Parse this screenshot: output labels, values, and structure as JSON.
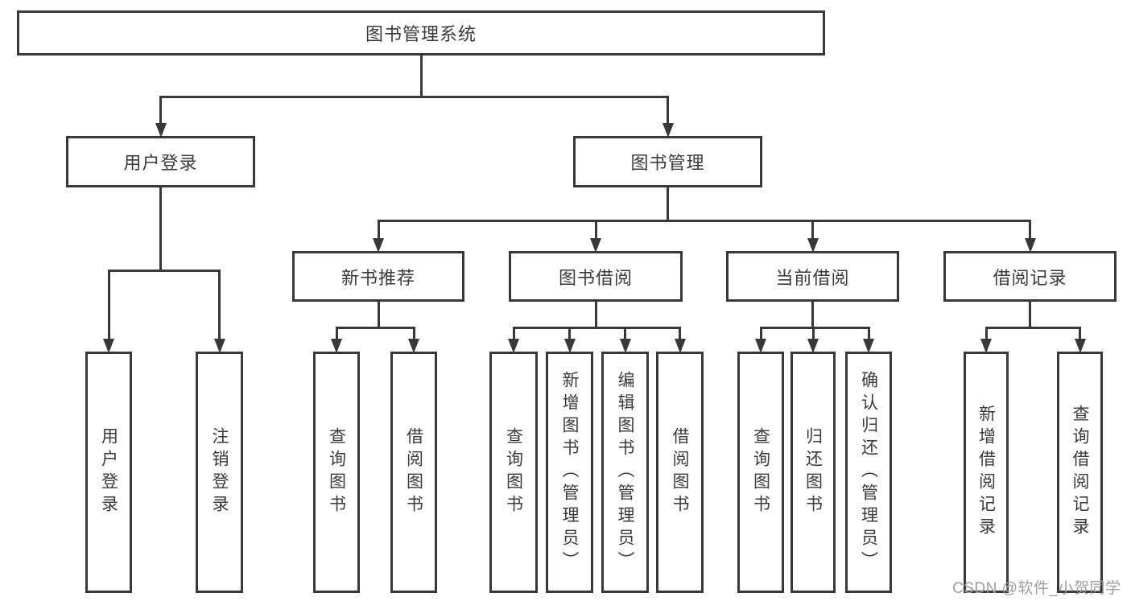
{
  "colors": {
    "line": "#383838",
    "border": "#383838",
    "text": "#3a3a3a",
    "background": "#ffffff",
    "watermark": "#9e9e9e"
  },
  "watermark": {
    "text": "CSDN @软件_小贺同学"
  },
  "diagram": {
    "type": "tree",
    "root_label": "图书管理系统",
    "nodes": [
      {
        "id": "root",
        "label": "图书管理系统",
        "parent": null,
        "orientation": "horizontal"
      },
      {
        "id": "user-login",
        "label": "用户登录",
        "parent": "root",
        "orientation": "horizontal"
      },
      {
        "id": "book-mgmt",
        "label": "图书管理",
        "parent": "root",
        "orientation": "horizontal"
      },
      {
        "id": "new-book-rec",
        "label": "新书推荐",
        "parent": "book-mgmt",
        "orientation": "horizontal"
      },
      {
        "id": "book-borrow",
        "label": "图书借阅",
        "parent": "book-mgmt",
        "orientation": "horizontal"
      },
      {
        "id": "current-borrow",
        "label": "当前借阅",
        "parent": "book-mgmt",
        "orientation": "horizontal"
      },
      {
        "id": "borrow-records",
        "label": "借阅记录",
        "parent": "book-mgmt",
        "orientation": "horizontal"
      },
      {
        "id": "v-user-login",
        "label": "用户登录",
        "parent": "user-login",
        "orientation": "vertical"
      },
      {
        "id": "v-logout",
        "label": "注销登录",
        "parent": "user-login",
        "orientation": "vertical"
      },
      {
        "id": "v-query-books-1",
        "label": "查询图书",
        "parent": "new-book-rec",
        "orientation": "vertical"
      },
      {
        "id": "v-borrow-books-1",
        "label": "借阅图书",
        "parent": "new-book-rec",
        "orientation": "vertical"
      },
      {
        "id": "v-query-books-2",
        "label": "查询图书",
        "parent": "book-borrow",
        "orientation": "vertical"
      },
      {
        "id": "v-add-books",
        "label": "新增图书（管理员）",
        "parent": "book-borrow",
        "orientation": "vertical"
      },
      {
        "id": "v-edit-books",
        "label": "编辑图书（管理员）",
        "parent": "book-borrow",
        "orientation": "vertical"
      },
      {
        "id": "v-borrow-books-2",
        "label": "借阅图书",
        "parent": "book-borrow",
        "orientation": "vertical"
      },
      {
        "id": "v-query-books-3",
        "label": "查询图书",
        "parent": "current-borrow",
        "orientation": "vertical"
      },
      {
        "id": "v-return-books",
        "label": "归还图书",
        "parent": "current-borrow",
        "orientation": "vertical"
      },
      {
        "id": "v-confirm-return",
        "label": "确认归还（管理员）",
        "parent": "current-borrow",
        "orientation": "vertical"
      },
      {
        "id": "v-add-borrow-record",
        "label": "新增借阅记录",
        "parent": "borrow-records",
        "orientation": "vertical"
      },
      {
        "id": "v-query-borrow-record",
        "label": "查询借阅记录",
        "parent": "borrow-records",
        "orientation": "vertical"
      }
    ]
  }
}
